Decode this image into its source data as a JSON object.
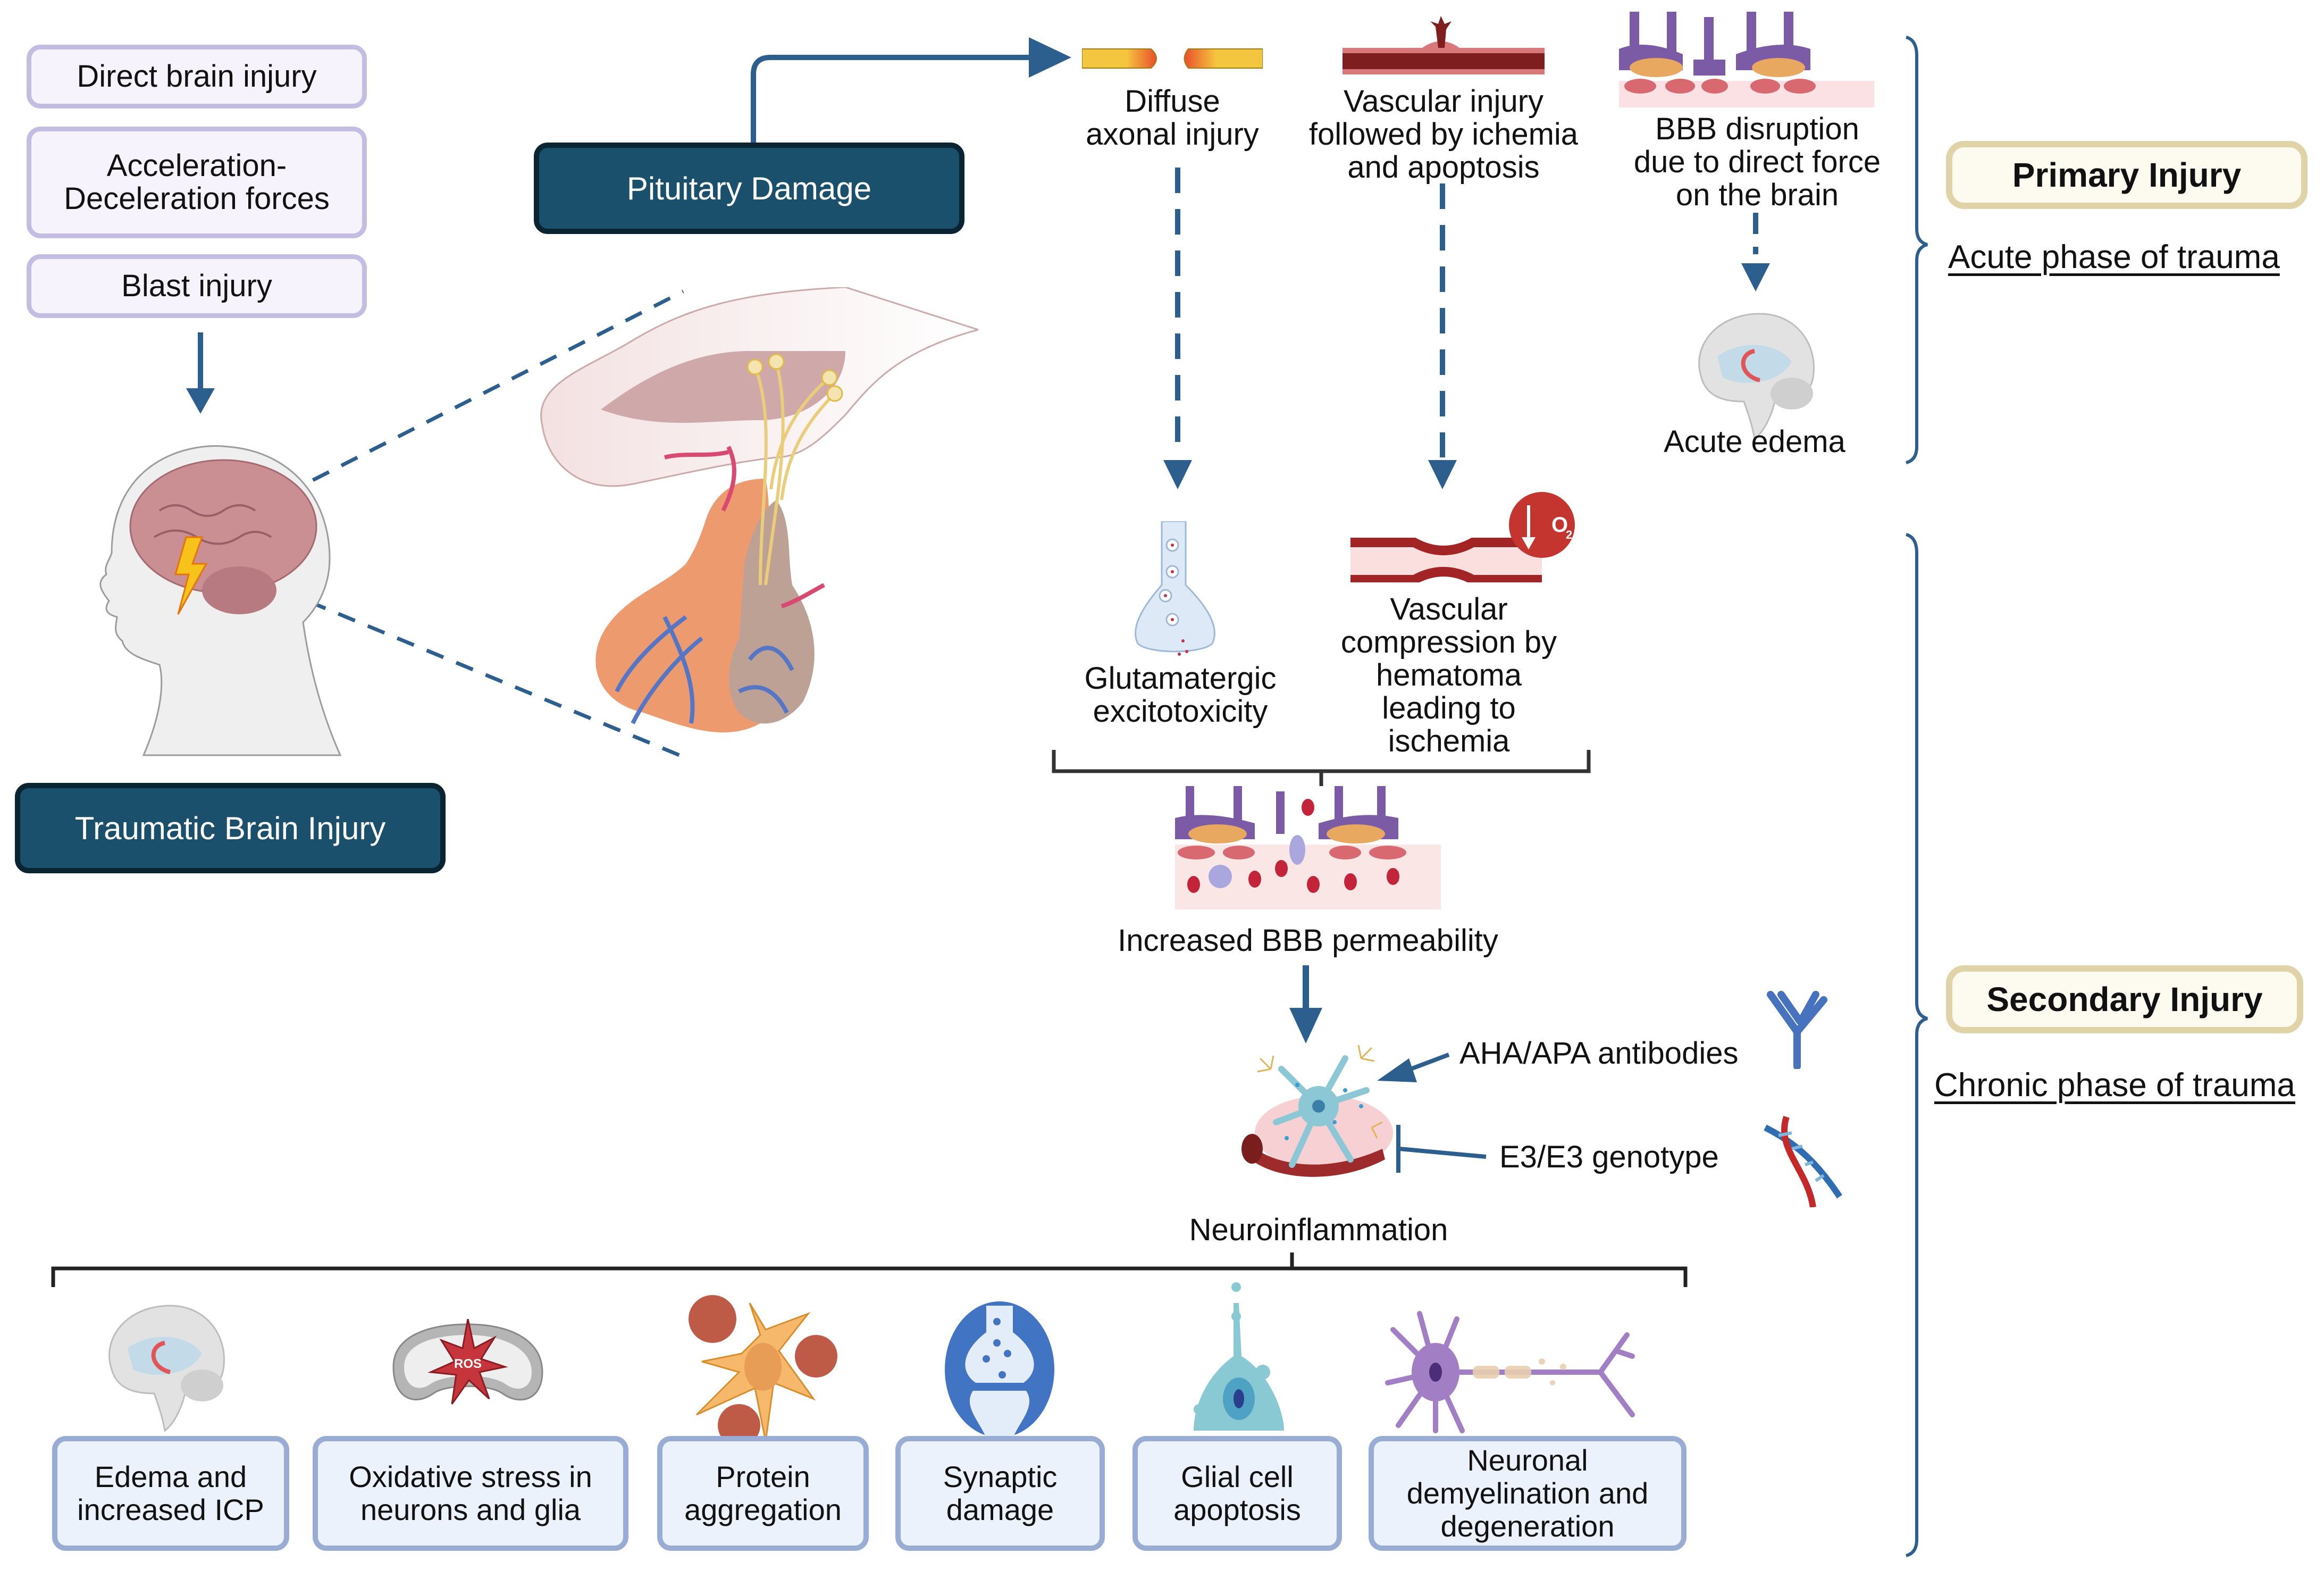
{
  "colors": {
    "arrow": "#2d5f8e",
    "dark_box_fill": "#1a506c",
    "cause_box_border": "#c3bde2",
    "phase_box_border": "#e1d3a8",
    "outcome_box_border": "#98acd4"
  },
  "causes": [
    {
      "label": "Direct brain injury"
    },
    {
      "label": "Acceleration-\nDeceleration forces"
    },
    {
      "label": "Blast injury"
    }
  ],
  "tbi": {
    "label": "Traumatic Brain Injury",
    "icon": "head-brain-lightning-icon"
  },
  "pituitary": {
    "label": "Pituitary Damage",
    "icon": "pituitary-gland-icon"
  },
  "primary": {
    "items": [
      {
        "label": "Diffuse\naxonal injury",
        "icon": "severed-axon-icon"
      },
      {
        "label": "Vascular injury\nfollowed by ichemia\nand apoptosis",
        "icon": "ruptured-vessel-icon"
      },
      {
        "label": "BBB disruption\ndue to direct force\non the brain",
        "icon": "bbb-icon"
      }
    ],
    "edema_label": "Acute edema",
    "edema_icon": "brain-edema-icon"
  },
  "secondary": {
    "items": [
      {
        "label": "Glutamatergic\nexcitotoxicity",
        "icon": "synapse-terminal-icon"
      },
      {
        "label": "Vascular\ncompression by\nhematoma\nleading to\nischemia",
        "icon": "compressed-vessel-icon",
        "badge": "O2"
      }
    ],
    "bbb_label": "Increased BBB permeability",
    "neuro_label": "Neuroinflammation",
    "modifiers": [
      {
        "label": "AHA/APA antibodies",
        "relation": "promotes",
        "icon": "antibody-icon"
      },
      {
        "label": "E3/E3 genotype",
        "relation": "inhibits",
        "icon": "dna-icon"
      }
    ]
  },
  "phases": [
    {
      "title": "Primary Injury",
      "subtitle": "Acute phase of trauma"
    },
    {
      "title": "Secondary Injury",
      "subtitle": "Chronic phase of trauma"
    }
  ],
  "outcomes": [
    {
      "label": "Edema and\nincreased ICP",
      "icon": "brain-icon"
    },
    {
      "label": "Oxidative stress in\nneurons and glia",
      "icon": "mitochondria-ros-icon",
      "icon_text": "ROS"
    },
    {
      "label": "Protein\naggregation",
      "icon": "protein-aggregate-cell-icon"
    },
    {
      "label": "Synaptic\ndamage",
      "icon": "synapse-icon"
    },
    {
      "label": "Glial cell\napoptosis",
      "icon": "apoptotic-glia-icon"
    },
    {
      "label": "Neuronal\ndemyelination and\ndegeneration",
      "icon": "degenerating-neuron-icon"
    }
  ]
}
